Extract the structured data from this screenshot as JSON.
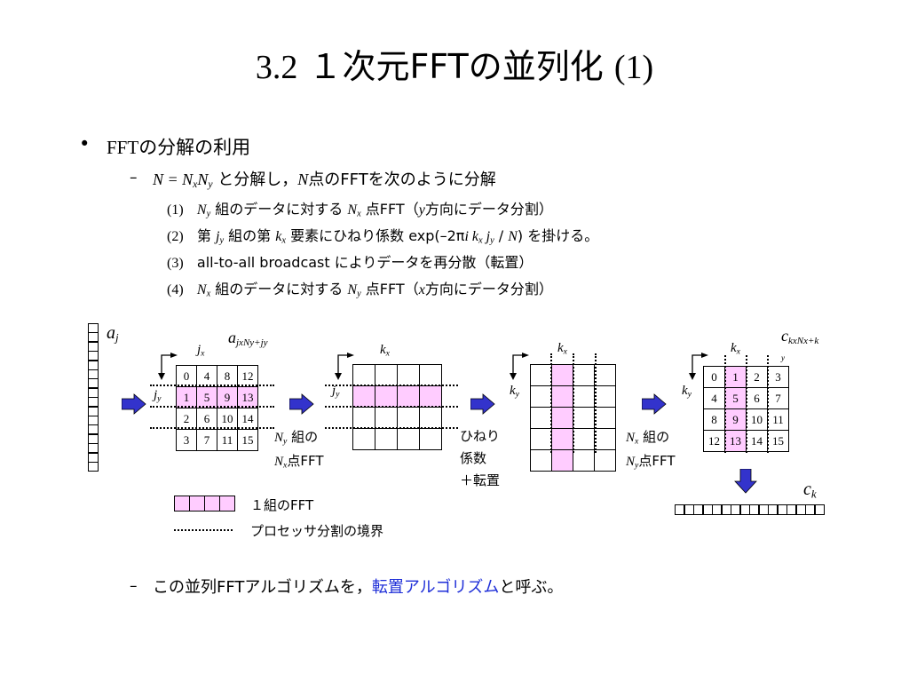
{
  "title": {
    "prefix": "3.2",
    "main": "１次元FFTの並列化",
    "suffix": "(1)"
  },
  "bullet": {
    "marker": "•",
    "fft": "FFT",
    "text": "の分解の利用"
  },
  "decompose": {
    "dash": "–",
    "eq": "N = N",
    "Ny": "N",
    "text": " と分解し，",
    "N2": "N",
    "text2": "点のFFTを次のように分解"
  },
  "steps": [
    {
      "num": "(1)",
      "a": "N",
      "asub": "y",
      "b": " 組のデータに対する ",
      "c": "N",
      "csub": "x",
      "d": " 点FFT（",
      "e": "y",
      "f": "方向にデータ分割）"
    },
    {
      "num": "(2)",
      "a": "第 ",
      "j": "j",
      "jsub": "y",
      "b": " 組の第 ",
      "k": "k",
      "ksub": "x",
      "c": " 要素にひねり係数 exp(–2π",
      "i": "i k",
      "isub": "x",
      "d": " j",
      "dsub": "y",
      "e": " / ",
      "n": "N",
      "f": ") を掛ける。"
    },
    {
      "num": "(3)",
      "text": "all-to-all broadcast によりデータを再分散（転置）"
    },
    {
      "num": "(4)",
      "a": "N",
      "asub": "x",
      "b": " 組のデータに対する ",
      "c": "N",
      "csub": "y",
      "d": " 点FFT（",
      "e": "x",
      "f": "方向にデータ分割）"
    }
  ],
  "diagram": {
    "aj": "a",
    "aj_sub": "j",
    "ajx": "a",
    "ajx_sub": "jxNy+jy",
    "ckx": "c",
    "ckx_sub": "kxNx+k",
    "ckx_y": "y",
    "ck": "c",
    "ck_sub": "k",
    "jx": "j",
    "jx_sub": "x",
    "jy": "j",
    "jy_sub": "y",
    "kx": "k",
    "kx_sub": "x",
    "ky": "k",
    "ky_sub": "y",
    "grid1": [
      [
        "0",
        "4",
        "8",
        "12"
      ],
      [
        "1",
        "5",
        "9",
        "13"
      ],
      [
        "2",
        "6",
        "10",
        "14"
      ],
      [
        "3",
        "7",
        "11",
        "15"
      ]
    ],
    "grid4": [
      [
        "0",
        "1",
        "2",
        "3"
      ],
      [
        "4",
        "5",
        "6",
        "7"
      ],
      [
        "8",
        "9",
        "10",
        "11"
      ],
      [
        "12",
        "13",
        "14",
        "15"
      ]
    ],
    "step1_a": "N",
    "step1_asub": "y",
    "step1_b": " 組の",
    "step1_c": "N",
    "step1_csub": "x",
    "step1_d": "点FFT",
    "step2_a": "ひねり",
    "step2_b": "係数",
    "step2_c": "＋転置",
    "step3_a": "N",
    "step3_asub": "x",
    "step3_b": " 組の",
    "step3_c": "N",
    "step3_csub": "y",
    "step3_d": "点FFT"
  },
  "legend": {
    "fft": "１組のFFT",
    "boundary": "プロセッサ分割の境界"
  },
  "conclusion": {
    "dash": "–",
    "text": "この並列FFTアルゴリズムを，",
    "highlight": "転置アルゴリズム",
    "end": "と呼ぶ。"
  },
  "colors": {
    "pink": "#ffccff",
    "arrow_blue": "#3333cc",
    "highlight_blue": "#1f2fd8"
  }
}
